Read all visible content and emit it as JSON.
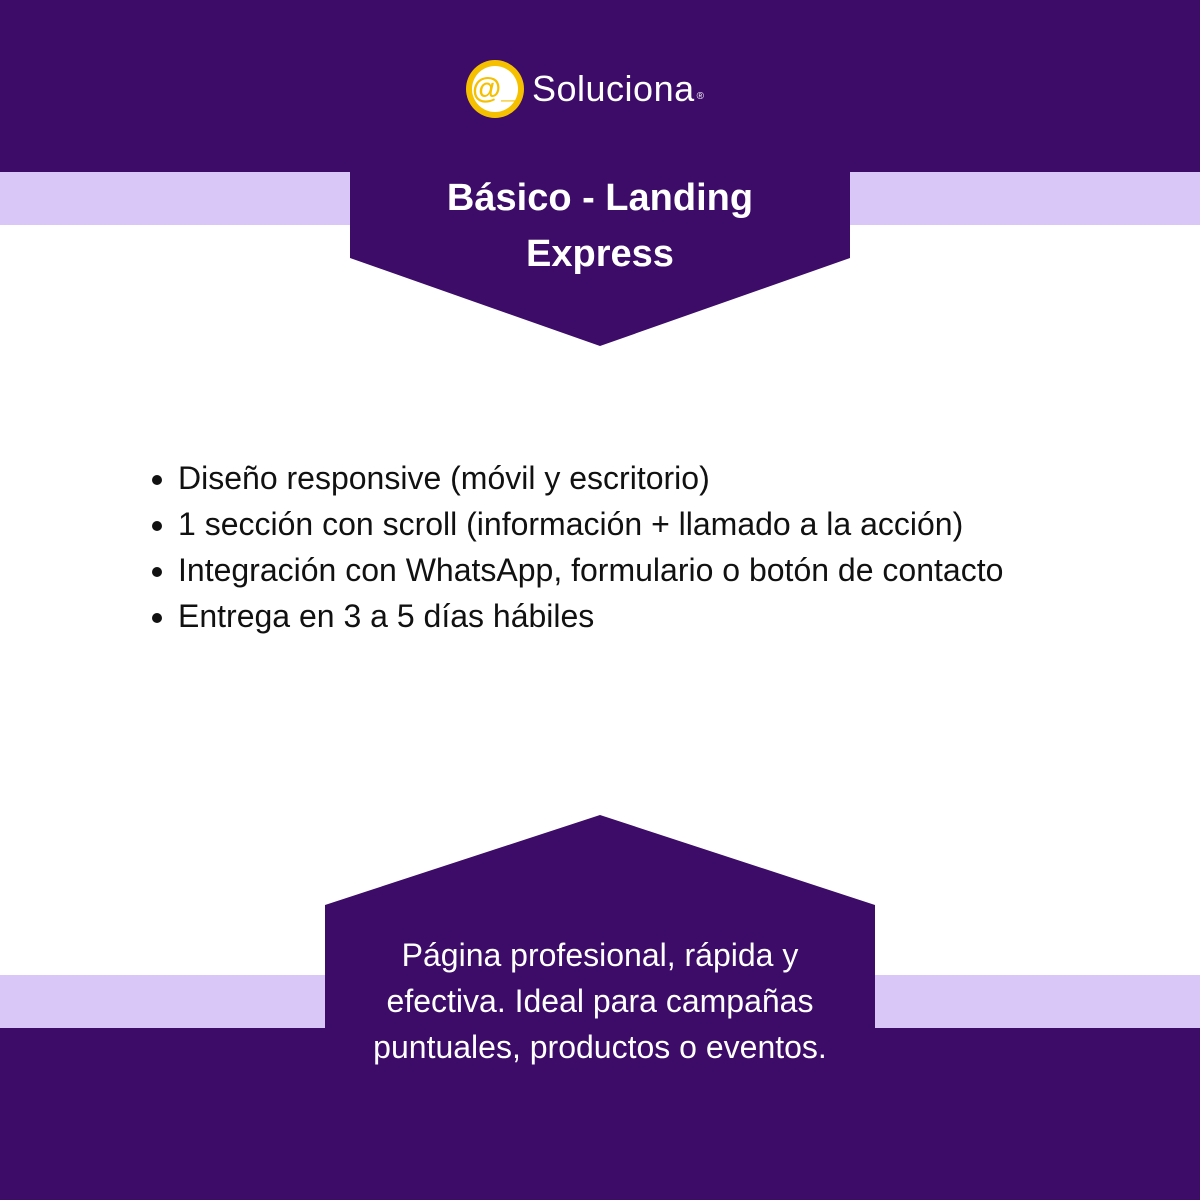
{
  "brand": {
    "name": "Soluciona",
    "registered": "®",
    "mark": "@_"
  },
  "colors": {
    "purple": "#3d0b68",
    "lavender": "#d9c8f7",
    "yellow": "#f5c000"
  },
  "title": {
    "line1": "Básico - Landing",
    "line2": "Express"
  },
  "features": [
    "Diseño responsive (móvil y escritorio)",
    "1 sección con scroll (información + llamado a la acción)",
    "Integración con WhatsApp, formulario o botón de contacto",
    "Entrega en 3 a 5 días hábiles"
  ],
  "tagline": "Página profesional, rápida y efectiva. Ideal para campañas puntuales, productos o eventos."
}
